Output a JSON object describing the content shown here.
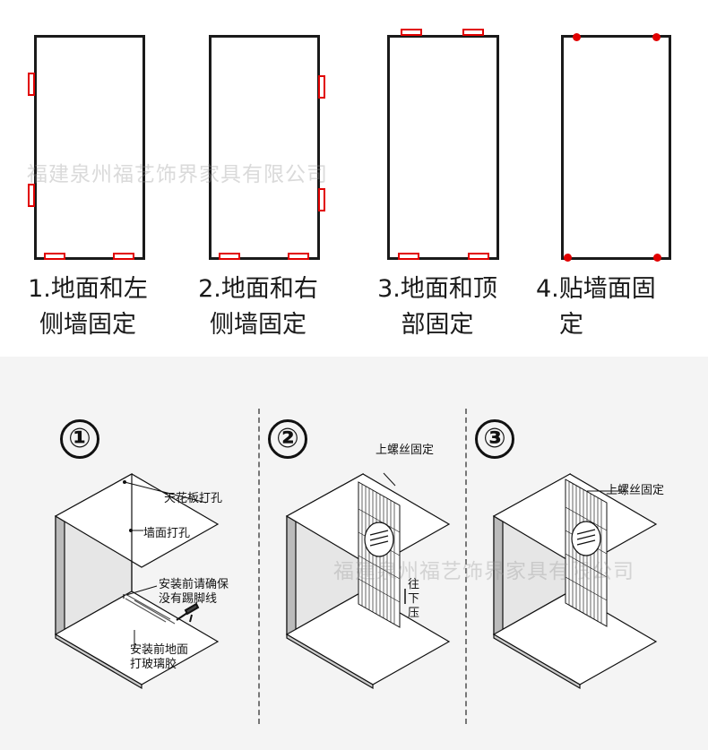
{
  "watermark": "福建泉州福艺饰界家具有限公司",
  "methods": [
    {
      "line1": "1.地面和左",
      "line2": "侧墙固定"
    },
    {
      "line1": "2.地面和右",
      "line2": "侧墙固定"
    },
    {
      "line1": "3.地面和顶",
      "line2": "部固定"
    },
    {
      "line1": "4.贴墙面固",
      "line2": "定"
    }
  ],
  "steps": [
    {
      "number": "①",
      "labels": {
        "ceiling": "天花板打孔",
        "wall": "墙面打孔",
        "check1": "安装前请确保",
        "check2": "没有踢脚线",
        "glue1": "安装前地面",
        "glue2": "打玻璃胶"
      }
    },
    {
      "number": "②",
      "labels": {
        "screw": "上螺丝固定",
        "press1": "往",
        "press2": "下",
        "press3": "压"
      }
    },
    {
      "number": "③",
      "labels": {
        "screw": "上螺丝固定"
      }
    }
  ],
  "colors": {
    "bracket": "#e10000",
    "line": "#1a1a1a",
    "bottom_bg": "#f4f4f4"
  }
}
